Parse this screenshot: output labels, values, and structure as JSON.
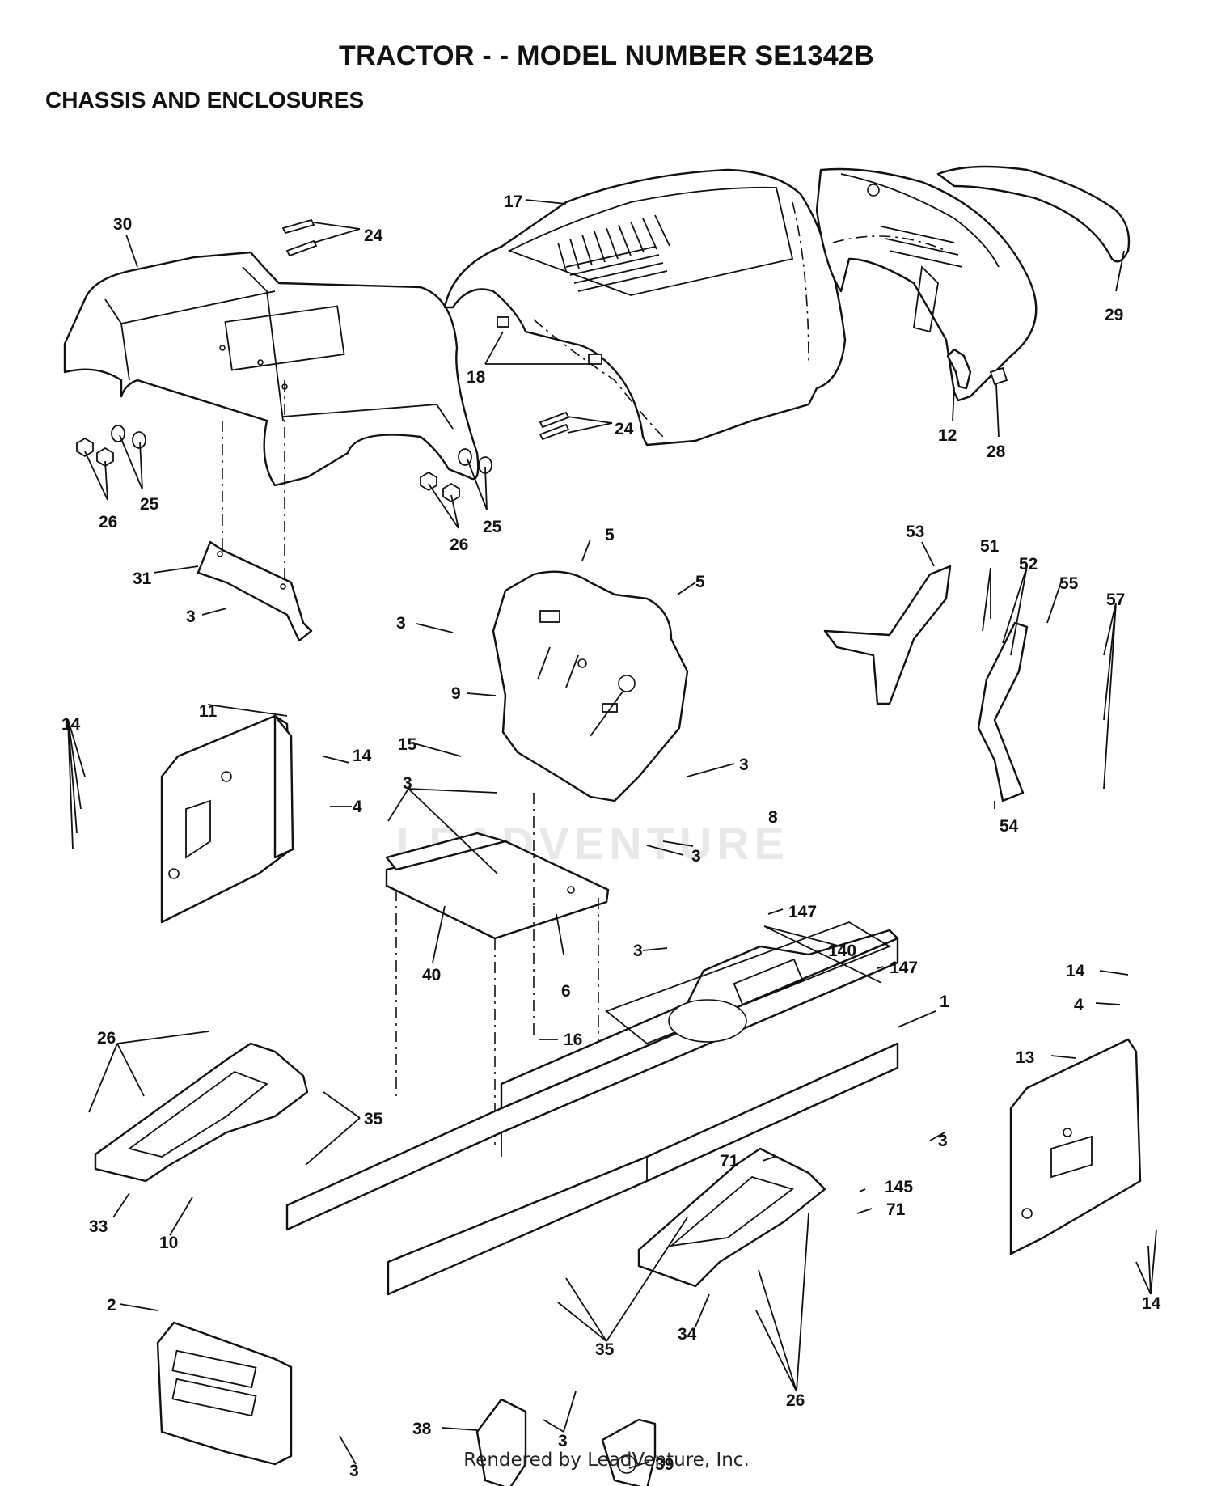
{
  "header": {
    "title": "TRACTOR - - MODEL NUMBER SE1342B",
    "subtitle": "CHASSIS AND ENCLOSURES"
  },
  "watermark": "LEADVENTURE",
  "footer": "Rendered by LeadVenture, Inc.",
  "callouts": {
    "c30": "30",
    "c24a": "24",
    "c17": "17",
    "c29": "29",
    "c18": "18",
    "c24b": "24",
    "c12": "12",
    "c28": "28",
    "c25a": "25",
    "c26a": "26",
    "c25b": "25",
    "c26b": "26",
    "c31": "31",
    "c3a": "3",
    "c5a": "5",
    "c5b": "5",
    "c53": "53",
    "c51": "51",
    "c52": "52",
    "c55": "55",
    "c57": "57",
    "c3b": "3",
    "c9": "9",
    "c11": "11",
    "c14a": "14",
    "c15": "15",
    "c14b": "14",
    "c4a": "4",
    "c3c": "3",
    "c54": "54",
    "c3d": "3",
    "c8": "8",
    "c3e": "3",
    "c40": "40",
    "c6": "6",
    "c147a": "147",
    "c140": "140",
    "c147b": "147",
    "c3f": "3",
    "c1": "1",
    "c14c": "14",
    "c4b": "4",
    "c13": "13",
    "c16": "16",
    "c26c": "26",
    "c35a": "35",
    "c3g": "3",
    "c71a": "71",
    "c145": "145",
    "c71b": "71",
    "c33": "33",
    "c10": "10",
    "c2": "2",
    "c35b": "35",
    "c34": "34",
    "c14d": "14",
    "c38": "38",
    "c26d": "26",
    "c3h": "3",
    "c39": "39",
    "c3i": "3"
  }
}
